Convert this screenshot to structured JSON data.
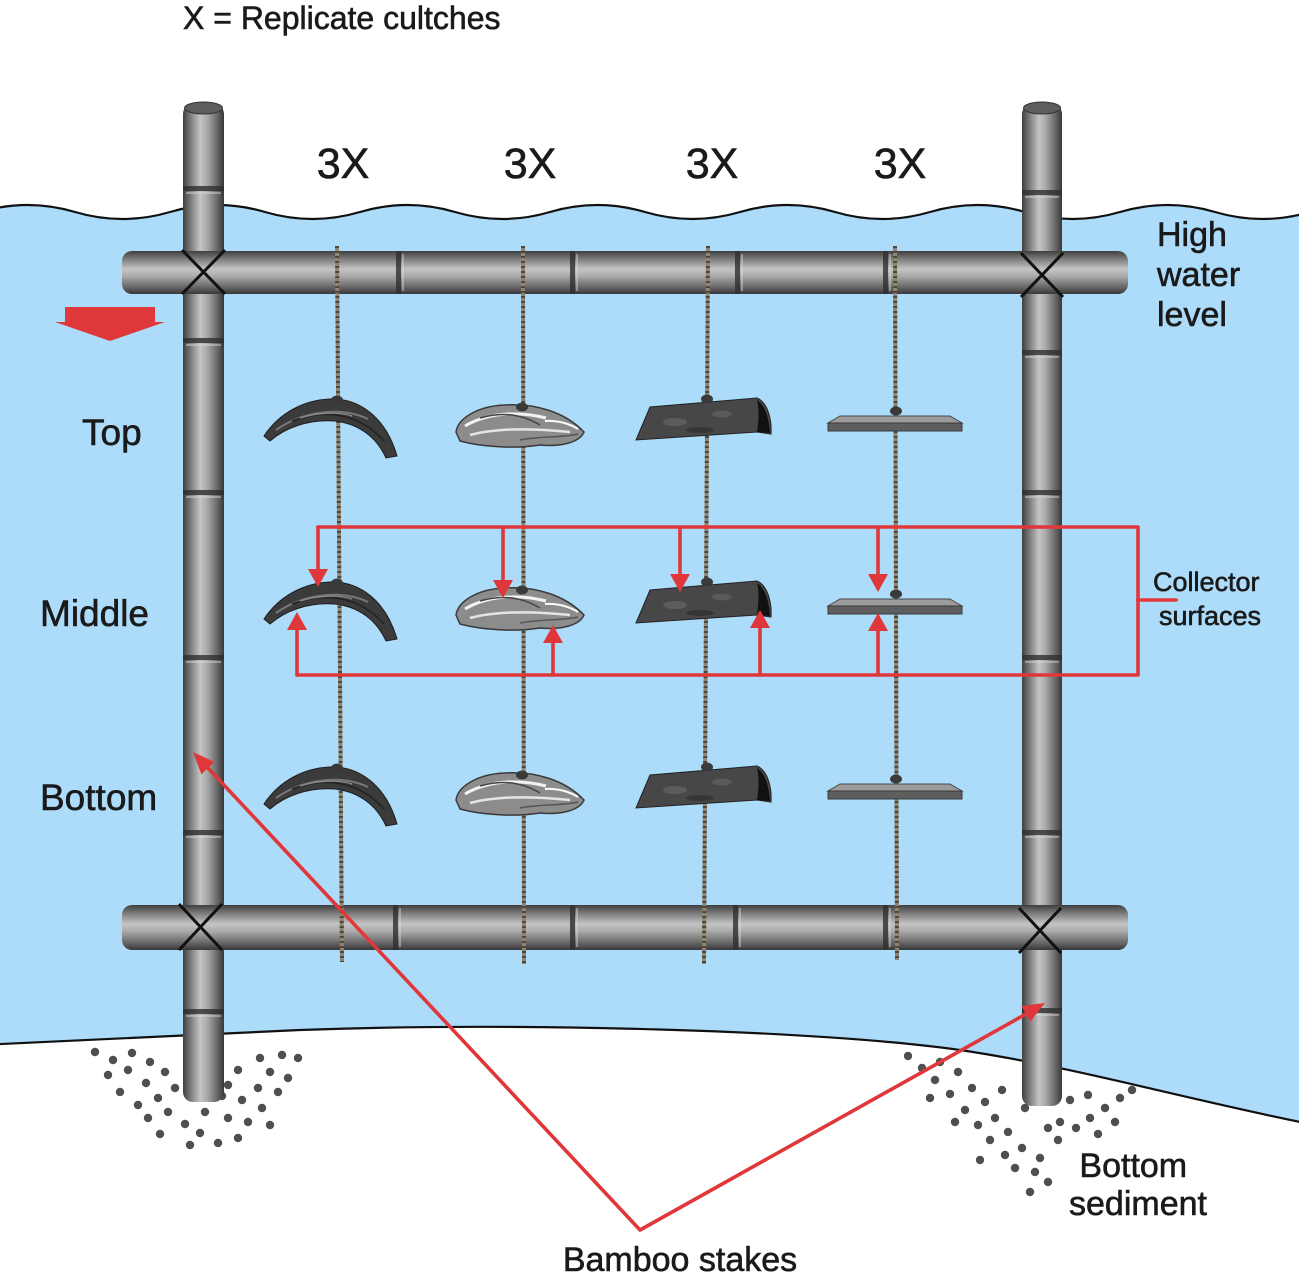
{
  "legend": "X = Replicate cultches",
  "replicates": [
    "3X",
    "3X",
    "3X",
    "3X"
  ],
  "rows": [
    "Top",
    "Middle",
    "Bottom"
  ],
  "water_level": [
    "High",
    "water",
    "level"
  ],
  "collector_surfaces": [
    "Collector",
    "surfaces"
  ],
  "bamboo_stakes": "Bamboo stakes",
  "bottom_sediment": [
    "Bottom",
    "sediment"
  ],
  "colors": {
    "water": "#acdcfa",
    "accent_red": "#e0373a",
    "text": "#1a1a1a",
    "sediment_dots": "#4f4f4f"
  }
}
